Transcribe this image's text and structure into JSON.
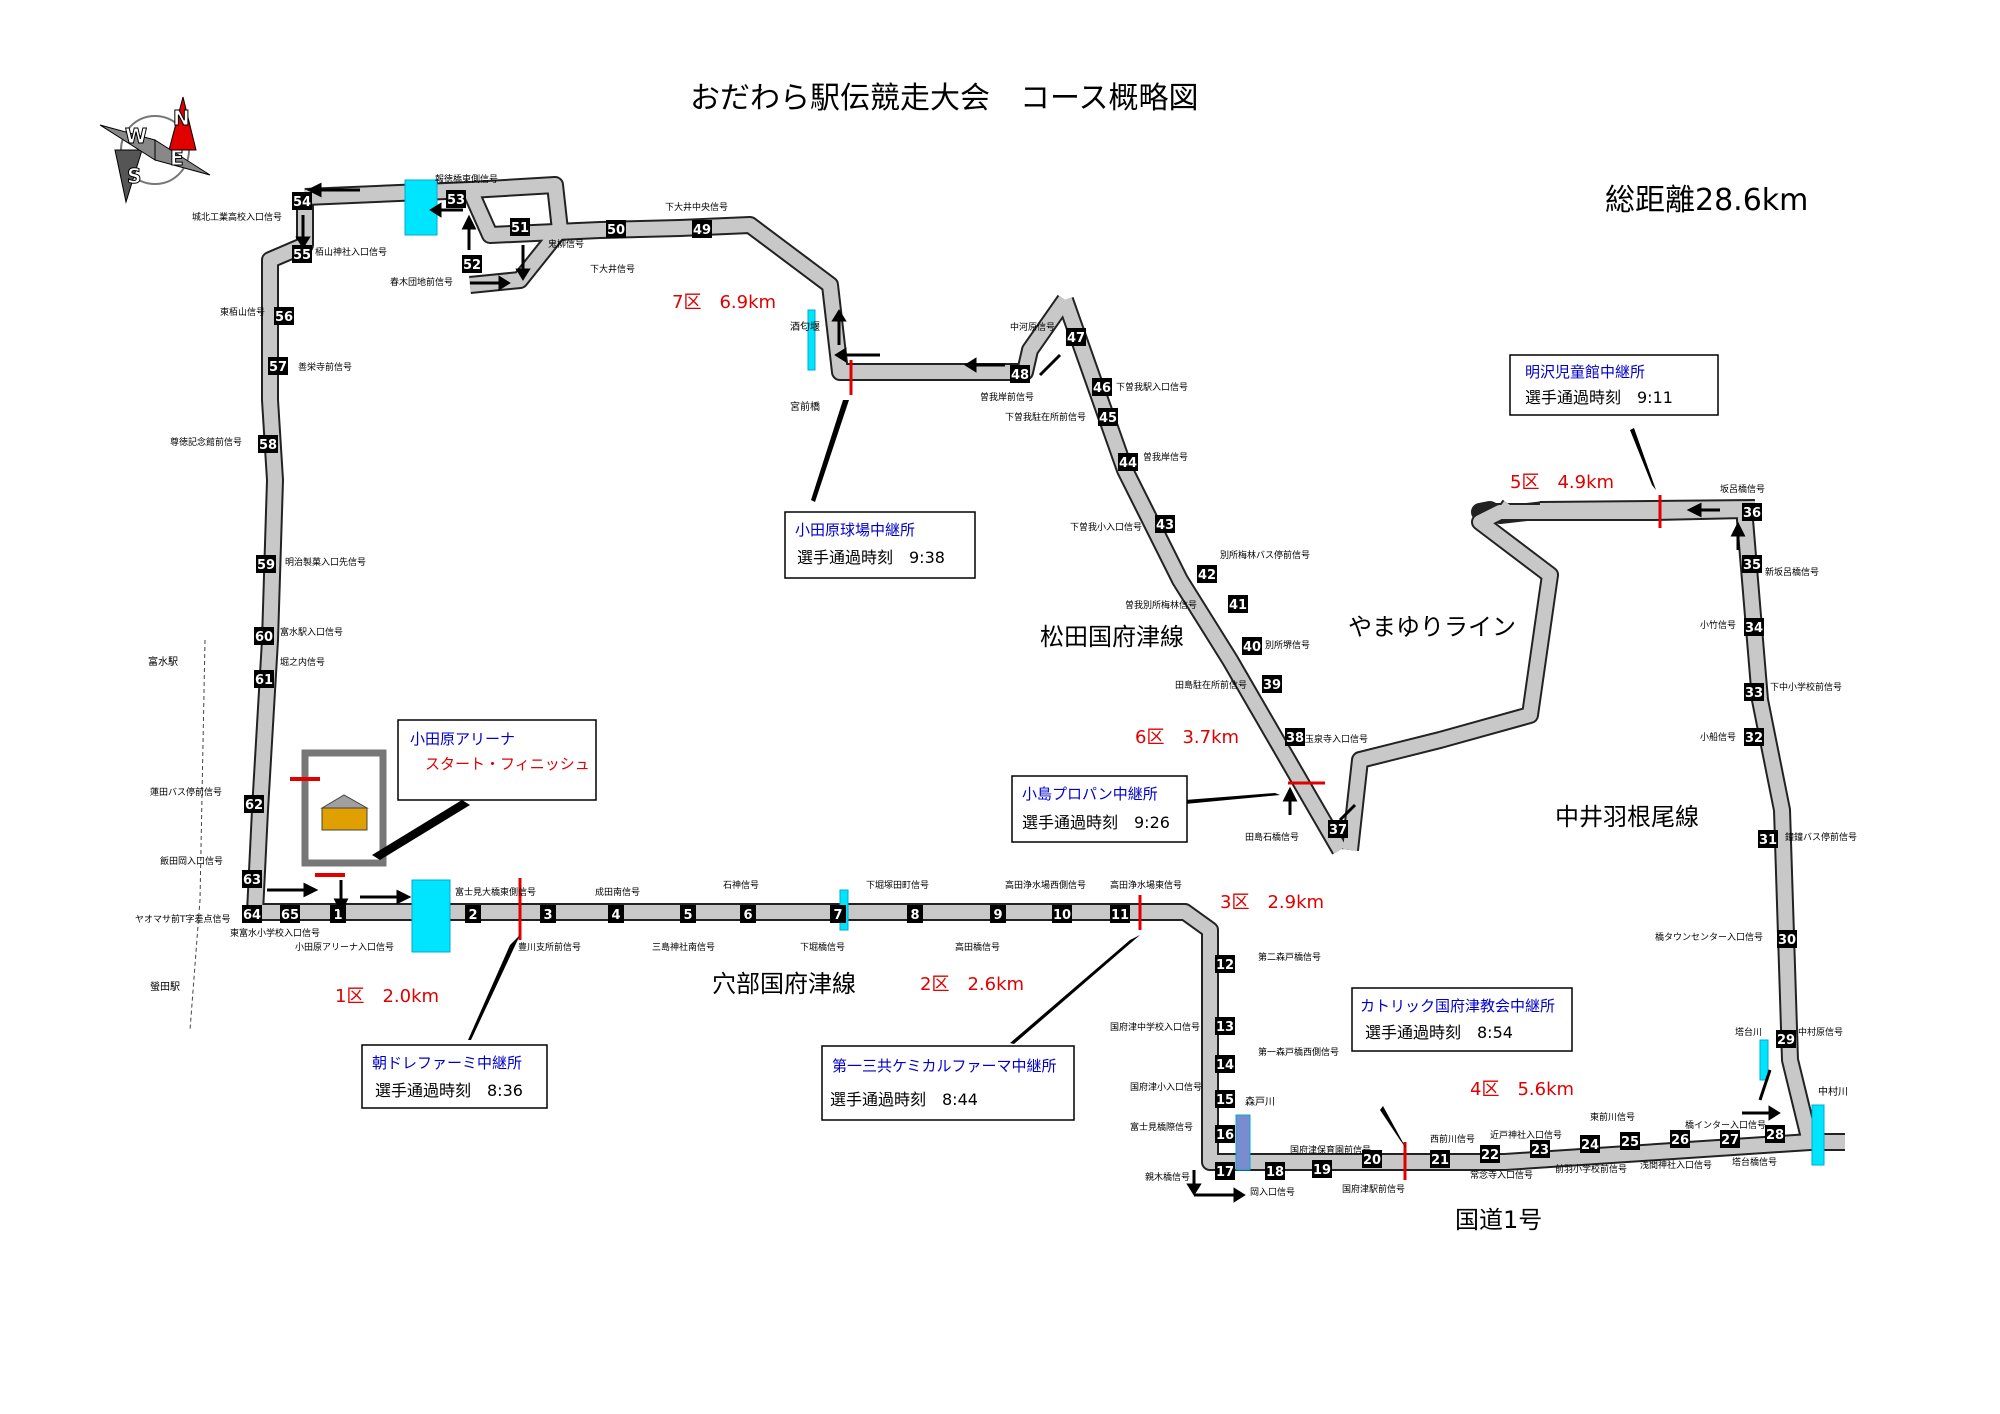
{
  "title": "おだわら駅伝競走大会　コース概略図",
  "total_distance": "総距離28.6km",
  "compass": {
    "N": "N",
    "E": "E",
    "S": "S",
    "W": "W"
  },
  "route_names": {
    "anabe": "穴部国府津線",
    "matsuda": "松田国府津線",
    "yamayuri": "やまゆりライン",
    "nakai": "中井羽根尾線",
    "kokudo": "国道1号"
  },
  "legs": [
    {
      "label": "1区　2.0km"
    },
    {
      "label": "2区　2.6km"
    },
    {
      "label": "3区　2.9km"
    },
    {
      "label": "4区　5.6km"
    },
    {
      "label": "5区　4.9km"
    },
    {
      "label": "6区　3.7km"
    },
    {
      "label": "7区　6.9km"
    }
  ],
  "arena": {
    "name": "小田原アリーナ",
    "sub": "スタート・フィニッシュ"
  },
  "relay_points": [
    {
      "name": "朝ドレファーミ中継所",
      "time": "選手通過時刻　8:36"
    },
    {
      "name": "第一三共ケミカルファーマ中継所",
      "time": "選手通過時刻　8:44"
    },
    {
      "name": "カトリック国府津教会中継所",
      "time": "選手通過時刻　8:54"
    },
    {
      "name": "明沢児童館中継所",
      "time": "選手通過時刻　9:11"
    },
    {
      "name": "小島プロパン中継所",
      "time": "選手通過時刻　9:26"
    },
    {
      "name": "小田原球場中継所",
      "time": "選手通過時刻　9:38"
    }
  ],
  "stations": [
    "富水駅",
    "螢田駅"
  ],
  "rivers": [
    "酒匂堰",
    "宮前橋",
    "森戸川",
    "中村川"
  ],
  "signals": [
    "富士見大橋東側信号",
    "成田南信号",
    "石神信号",
    "下堀塚田町信号",
    "高田浄水場西側信号",
    "高田浄水場東信号",
    "豊川支所前信号",
    "三島神社南信号",
    "下堀橋信号",
    "高田橋信号",
    "小田原アリーナ入口信号",
    "東富水小学校入口信号",
    "第二森戸橋信号",
    "国府津中学校入口信号",
    "第一森戸橋西側信号",
    "国府津小入口信号",
    "富士見橋際信号",
    "親木橋信号",
    "岡入口信号",
    "国府津保育園前信号",
    "国府津駅前信号",
    "西前川信号",
    "近戸神社入口信号",
    "東前川信号",
    "常念寺入口信号",
    "前羽小学校前信号",
    "浅間神社入口信号",
    "橋インター入口信号",
    "塔台橋信号",
    "中村原信号",
    "塔台川",
    "橋タウンセンター入口信号",
    "鐘鐘バス停前信号",
    "小船信号",
    "下中小学校前信号",
    "小竹信号",
    "新坂呂橋信号",
    "坂呂橋信号",
    "玉泉寺入口信号",
    "田島石橋信号",
    "田島駐在所前信号",
    "別所堺信号",
    "曽我別所梅林信号",
    "別所梅林バス停前信号",
    "下曽我小入口信号",
    "曽我岸信号",
    "下曽我駅入口信号",
    "下曽我駐在所前信号",
    "曽我岸前信号",
    "中河原信号",
    "下大井中央信号",
    "鬼柳信号",
    "下大井信号",
    "報徳橋東側信号",
    "春木団地前信号",
    "城北工業高校入口信号",
    "栢山神社入口信号",
    "東栢山信号",
    "善栄寺前信号",
    "尊徳記念館前信号",
    "明治製菓入口先信号",
    "富水駅入口信号",
    "堀之内信号",
    "蓮田バス停前信号",
    "飯田岡入口信号",
    "ヤオマサ前T字差点信号"
  ],
  "colors": {
    "road": "#c8c8c8",
    "node": "#000000",
    "leg": "#e00000",
    "relay": "#0000cc",
    "water": "#00e5ff"
  }
}
